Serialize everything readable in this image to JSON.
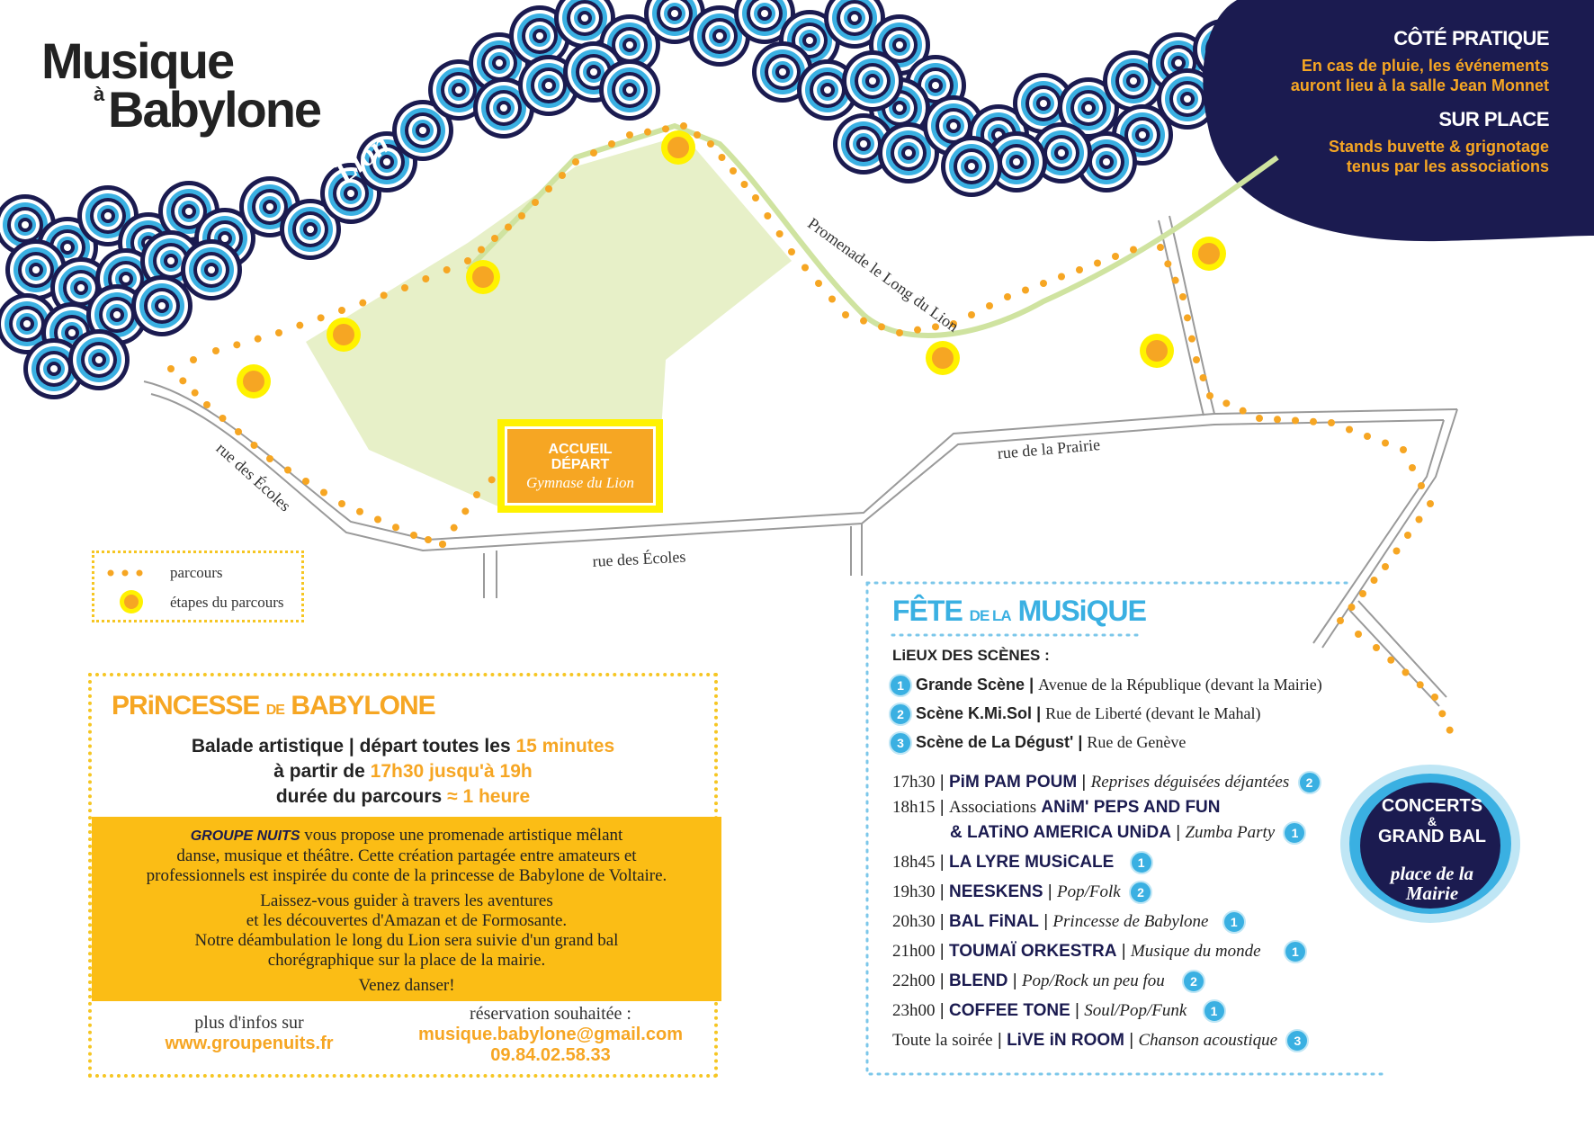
{
  "logo": {
    "line1": "Musique",
    "line2": "à",
    "line3": "Babylone"
  },
  "river_label": "Lion",
  "cote_pratique": {
    "title1": "CÔTÉ PRATIQUE",
    "text1a": "En cas de pluie, les événements",
    "text1b": "auront lieu à la salle Jean Monnet",
    "title2": "SUR PLACE",
    "text2a": "Stands buvette & grignotage",
    "text2b": "tenus par les associations"
  },
  "streets": {
    "promenade": "Promenade le Long du Lion",
    "ecoles_diag": "rue des Écoles",
    "ecoles": "rue des Écoles",
    "prairie": "rue de la Prairie"
  },
  "accueil": {
    "line1": "ACCUEIL",
    "line2": "DÉPART",
    "line3": "Gymnase du Lion"
  },
  "legend": {
    "parcours": "parcours",
    "etapes": "étapes du parcours"
  },
  "princesse": {
    "title_a": "PRiNCESSE",
    "title_b": "DE",
    "title_c": "BABYLONE",
    "line1a": "Balade artistique | départ toutes les ",
    "line1b": "15 minutes",
    "line2a": "à partir de ",
    "line2b": "17h30 jusqu'à 19h",
    "line3a": "durée du parcours ",
    "line3b": "≈ 1 heure",
    "box": {
      "groupe": "GROUPE NUITS",
      "p1a": " vous propose une promenade artistique mêlant",
      "p1b": "danse, musique et théâtre. Cette création partagée entre amateurs et",
      "p1c": "professionnels est inspirée du conte de la princesse de Babylone de Voltaire.",
      "p2a": "Laissez-vous guider à travers les aventures",
      "p2b": "et les découvertes d'Amazan et de Formosante.",
      "p2c": "Notre déambulation le long du Lion sera suivie d'un grand bal",
      "p2d": "chorégraphique sur la place de la mairie.",
      "p3": "Venez danser!"
    },
    "info_label": "plus d'infos sur",
    "info_link": "www.groupenuits.fr",
    "resa_label": "réservation souhaitée :",
    "resa_email": "musique.babylone@gmail.com",
    "resa_phone": "09.84.02.58.33"
  },
  "fete": {
    "title_a": "FÊTE",
    "title_b": "DE LA",
    "title_c": "MUSiQUE",
    "lieux_title": "LiEUX DES SCÈNES :",
    "scenes": [
      {
        "num": "1",
        "name": "Grande Scène",
        "place": "Avenue de la République (devant la Mairie)"
      },
      {
        "num": "2",
        "name": "Scène K.Mi.Sol",
        "place": "Rue de Liberté (devant le Mahal)"
      },
      {
        "num": "3",
        "name": "Scène de La Dégust'",
        "place": "Rue de Genève"
      }
    ],
    "program": [
      {
        "time": "17h30",
        "artist": "PiM PAM POUM",
        "desc": "Reprises déguisées déjantées",
        "scene": "2"
      },
      {
        "time": "18h15",
        "pre": "Associations",
        "artist": "ANiM' PEPS AND FUN",
        "desc": "",
        "scene": ""
      },
      {
        "time": "",
        "artist": "& LATiNO AMERICA UNiDA",
        "desc": "Zumba Party",
        "scene": "1"
      },
      {
        "time": "18h45",
        "artist": "LA LYRE MUSiCALE",
        "desc": "",
        "scene": "1"
      },
      {
        "time": "19h30",
        "artist": "NEESKENS",
        "desc": "Pop/Folk",
        "scene": "2"
      },
      {
        "time": "20h30",
        "artist": "BAL FiNAL",
        "desc": "Princesse de Babylone",
        "scene": "1"
      },
      {
        "time": "21h00",
        "artist": "TOUMAÏ ORKESTRA",
        "desc": "Musique du monde",
        "scene": "1"
      },
      {
        "time": "22h00",
        "artist": "BLEND",
        "desc": "Pop/Rock un peu fou",
        "scene": "2"
      },
      {
        "time": "23h00",
        "artist": "COFFEE TONE",
        "desc": "Soul/Pop/Funk",
        "scene": "1"
      },
      {
        "time": "Toute la soirée",
        "artist": "LiVE iN ROOM",
        "desc": "Chanson acoustique",
        "scene": "3"
      }
    ]
  },
  "concerts": {
    "line1": "CONCERTS",
    "line2": "&",
    "line3": "GRAND BAL",
    "line4": "place de la",
    "line5": "Mairie"
  },
  "colors": {
    "navy": "#1b1b50",
    "orange": "#f6a623",
    "yellow": "#fbbd15",
    "blue": "#3ab0e2",
    "green": "#e7f0c8"
  }
}
